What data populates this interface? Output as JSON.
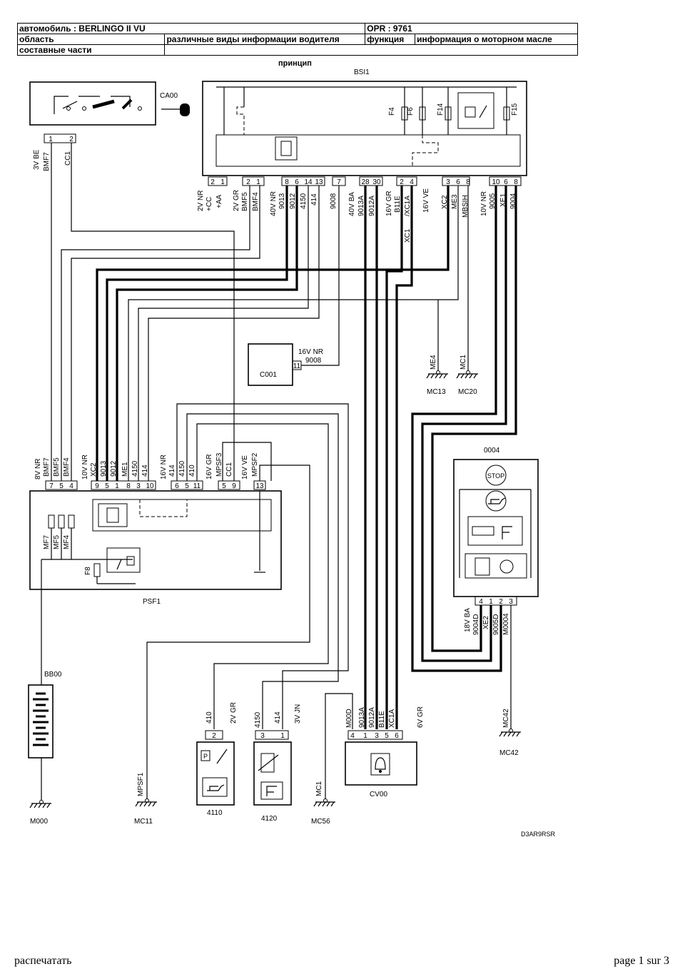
{
  "header": {
    "row1_left": "автомобиль : BERLINGO II VU",
    "row1_right": "OPR : 9761",
    "row2_area_label": "область",
    "row2_area_value": "различные виды информации водителя",
    "row2_func_label": "функция",
    "row2_func_value": "информация о моторном масле",
    "row3_label": "составные части",
    "row3_value": ""
  },
  "diagram": {
    "subtitle": "принцип",
    "components": {
      "bsi": "BSI1",
      "ignition": "CA00",
      "fuse_box": "PSF1",
      "c001": "C001",
      "cluster": "0004",
      "battery": "BB00",
      "sensor_pressure": "4110",
      "sensor_level": "4120",
      "buzzer": "CV00",
      "stop_text": "STOP"
    },
    "bsi_fuses": [
      "F4",
      "F6",
      "F14",
      "F15"
    ],
    "bsi_pins": [
      "2",
      "1",
      "2",
      "1",
      "8",
      "6",
      "14",
      "13",
      "7",
      "28",
      "30",
      "2",
      "4",
      "3",
      "6",
      "8",
      "10",
      "6",
      "8"
    ],
    "bsi_connectors": [
      "2V NR",
      "2V GR",
      "40V NR",
      "40V BA",
      "16V GR",
      "16V VE",
      "10V NR"
    ],
    "bsi_wires": [
      "+CC",
      "+AA",
      "BMF5",
      "BMF4",
      "9013",
      "9012",
      "4150",
      "414",
      "9008",
      "9013A",
      "9012A",
      "B11E",
      "/XC1A",
      "XC1",
      "XC2",
      "ME3",
      "MBSIH",
      "9005",
      "XE1",
      "9004"
    ],
    "ca00_pins": [
      "1",
      "2"
    ],
    "ca00_wires": [
      "3V BE",
      "BMF7",
      "CC1"
    ],
    "psf_pins": [
      "7",
      "5",
      "4",
      "9",
      "5",
      "1",
      "8",
      "3",
      "10",
      "6",
      "5",
      "11",
      "5",
      "9",
      "13"
    ],
    "psf_connectors": [
      "8V NR",
      "10V NR",
      "16V NR",
      "16V GR",
      "16V VE"
    ],
    "psf_wires": [
      "BMF7",
      "BMF5",
      "BMF4",
      "XC2",
      "9013",
      "9012",
      "ME1",
      "4150",
      "414",
      "414",
      "4150",
      "410",
      "MPSF3",
      "CC1",
      "MPSF2"
    ],
    "psf_fuses": [
      "MF7",
      "MF5",
      "MF4",
      "F8"
    ],
    "c001_connector": "16V NR",
    "c001_wire": "9008",
    "c001_pin": "11",
    "grounds": [
      "ME4",
      "MC13",
      "MC1",
      "MC20",
      "MPSF1",
      "MC11",
      "M000",
      "MC1",
      "MC56",
      "MC42",
      "MC42"
    ],
    "cluster_pins": [
      "4",
      "1",
      "2",
      "3"
    ],
    "cluster_connector": "18V BA",
    "cluster_wires": [
      "9004D",
      "XE2",
      "9005D",
      "M0004"
    ],
    "s4110_wire": "410",
    "s4110_pin": "2",
    "s4110_connector": "2V GR",
    "s4120_wires": [
      "4150",
      "414"
    ],
    "s4120_pins": [
      "3",
      "1"
    ],
    "s4120_connector": "3V JN",
    "cv00_wires": [
      "M00D",
      "9013A",
      "9012A",
      "B11E",
      "XC1A"
    ],
    "cv00_pins": [
      "4",
      "1",
      "3",
      "5",
      "6"
    ],
    "cv00_connector": "6V GR",
    "drawing_ref": "D3AR9RSR"
  },
  "footer": {
    "print_link": "распечатать",
    "page": "page 1 sur 3"
  }
}
